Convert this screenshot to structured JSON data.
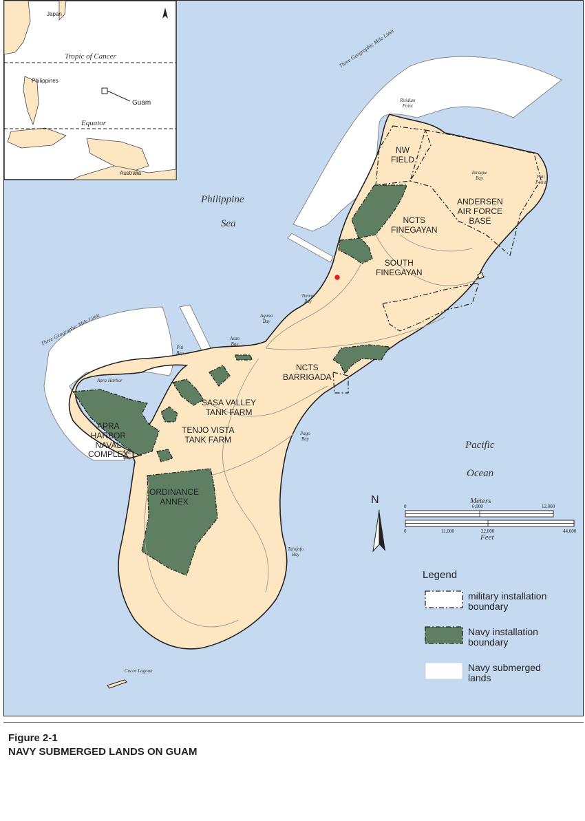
{
  "inset": {
    "japan": "Japan",
    "tropic": "Tropic of Cancer",
    "philippines": "Philippines",
    "guam": "Guam",
    "equator": "Equator",
    "australia": "Australia"
  },
  "water": {
    "philippine": "Philippine",
    "sea": "Sea",
    "pacific": "Pacific",
    "ocean": "Ocean",
    "limit_north": "Three Geographic Mile Limit",
    "limit_west": "Three Geographic Mile Limit"
  },
  "installations": {
    "nw_field_1": "NW",
    "nw_field_2": "FIELD",
    "andersen_1": "ANDERSEN",
    "andersen_2": "AIR FORCE",
    "andersen_3": "BASE",
    "ncts_fin_1": "NCTS",
    "ncts_fin_2": "FINEGAYAN",
    "south_fin_1": "SOUTH",
    "south_fin_2": "FINEGAYAN",
    "ncts_bar_1": "NCTS",
    "ncts_bar_2": "BARRIGADA",
    "sasa_1": "SASA VALLEY",
    "sasa_2": "TANK FARM",
    "tenjo_1": "TENJO VISTA",
    "tenjo_2": "TANK FARM",
    "apra_1": "APRA",
    "apra_2": "HARBOR",
    "apra_3": "NAVAL",
    "apra_4": "COMPLEX",
    "ordinance_1": "ORDINANCE",
    "ordinance_2": "ANNEX"
  },
  "small_places": {
    "ritidian_1": "Ritidian",
    "ritidian_2": "Point",
    "tarague_1": "Tarague",
    "tarague_2": "Bay",
    "pati_1": "Pati",
    "pati_2": "Point",
    "tumon_1": "Tumon",
    "tumon_2": "Bay",
    "agana_1": "Agana",
    "agana_2": "Bay",
    "asan_1": "Asan",
    "asan_2": "Bay",
    "piti_1": "Piti",
    "piti_2": "Bay",
    "apra_harbor": "Apra Harbor",
    "agat_1": "Agat",
    "agat_2": "Bay",
    "pago_1": "Pago",
    "pago_2": "Bay",
    "talofofo_1": "Talofofo",
    "talofofo_2": "Bay",
    "cocos": "Cocos Lagoon"
  },
  "legend": {
    "title": "Legend",
    "items": [
      {
        "line1": "military installation",
        "line2": "boundary"
      },
      {
        "line1": "Navy installation",
        "line2": "boundary"
      },
      {
        "line1": "Navy submerged",
        "line2": "lands"
      }
    ]
  },
  "scale": {
    "north": "N",
    "meters_label": "Meters",
    "meters_ticks": [
      "0",
      "6,000",
      "12,000"
    ],
    "feet_label": "Feet",
    "feet_ticks": [
      "0",
      "11,000",
      "22,000",
      "44,000"
    ]
  },
  "colors": {
    "water": "#c5daf0",
    "land": "#fde7c2",
    "navy": "#5f7f63",
    "submerged": "#ffffff"
  },
  "caption": {
    "figure": "Figure 2-1",
    "title": "NAVY SUBMERGED LANDS ON GUAM"
  }
}
